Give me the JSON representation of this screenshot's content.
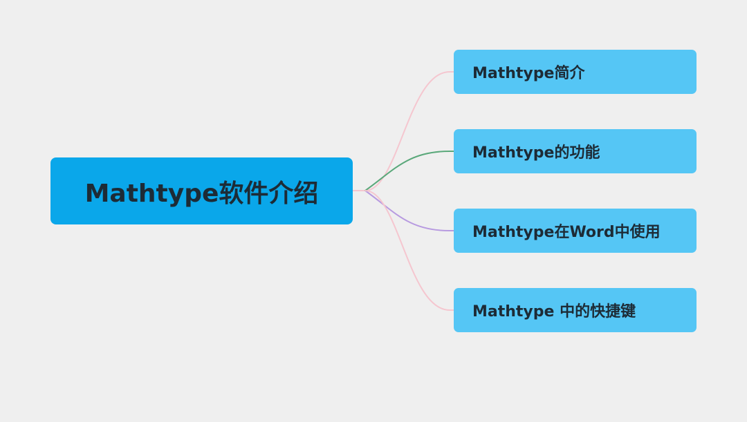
{
  "root": {
    "label": "Mathtype软件介绍",
    "color": "#0aa7ea"
  },
  "branches": [
    {
      "label": "Mathtype简介",
      "line_color": "#f5c6cf"
    },
    {
      "label": "Mathtype的功能",
      "line_color": "#5aa87a"
    },
    {
      "label": "Mathtype在Word中使用",
      "line_color": "#b79ae0"
    },
    {
      "label": "Mathtype 中的快捷键",
      "line_color": "#f5c6cf"
    }
  ],
  "branch_color": "#55c6f5"
}
